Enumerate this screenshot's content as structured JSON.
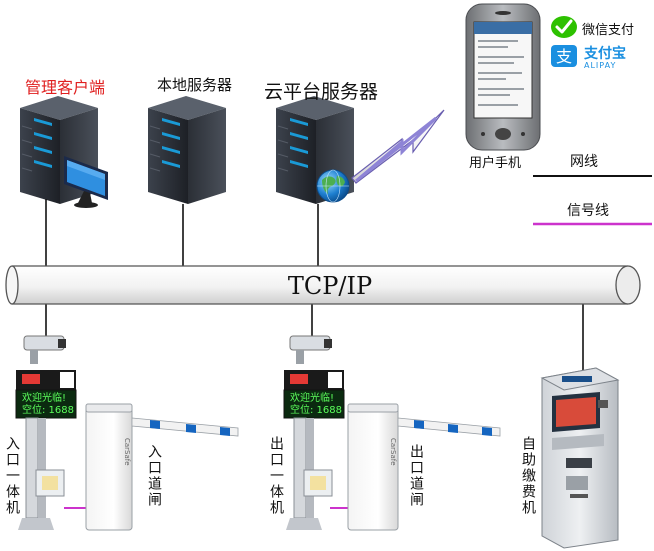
{
  "labels": {
    "admin_client": "管理客户端",
    "local_server": "本地服务器",
    "cloud_server": "云平台服务器",
    "user_phone": "用户手机",
    "wechat_pay": "微信支付",
    "alipay_cn": "支付宝",
    "alipay_en": "ALIPAY",
    "legend_network": "网线",
    "legend_signal": "信号线",
    "bus": "TCP/IP",
    "entry_unit": "入口一体机",
    "entry_gate": "入口道闸",
    "exit_unit": "出口一体机",
    "exit_gate": "出口道闸",
    "kiosk": "自助缴费机",
    "display_line1": "欢迎光临!",
    "display_line2": "空位: 1688",
    "gate_brand": "CarSafe"
  },
  "colors": {
    "admin_label": "#e02020",
    "signal_line": "#cc33cc",
    "network_line": "#111111",
    "wechat": "#2dc100",
    "alipay": "#1a8fe0",
    "lightning": "#7a6fc0",
    "led_bg": "#0b2a10",
    "led_text": "#5cff5c"
  },
  "icons": [
    "server-icon",
    "monitor-icon",
    "globe-icon",
    "smartphone-icon",
    "wechat-pay-icon",
    "alipay-icon",
    "camera-icon",
    "barrier-gate-icon",
    "kiosk-icon"
  ]
}
